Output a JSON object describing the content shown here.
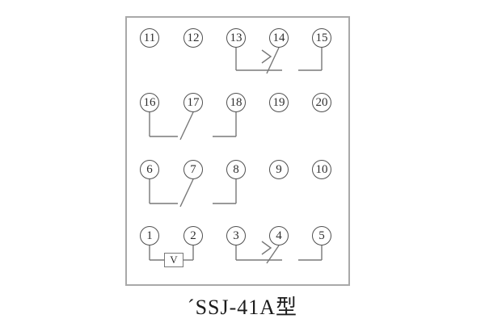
{
  "caption": "´SSJ-41A型",
  "voltage_element_label": "V",
  "terminals": {
    "row1": [
      "11",
      "12",
      "13",
      "14",
      "15"
    ],
    "row2": [
      "16",
      "17",
      "18",
      "19",
      "20"
    ],
    "row3": [
      "6",
      "7",
      "8",
      "9",
      "10"
    ],
    "row4": [
      "1",
      "2",
      "3",
      "4",
      "5"
    ]
  },
  "colors": {
    "background": "#ffffff",
    "panel_border": "#a9a9a9",
    "circle_stroke": "#4f4f4f",
    "wire": "#787878",
    "number_text": "#2f2f2f",
    "caption_text": "#1c1c1c"
  }
}
